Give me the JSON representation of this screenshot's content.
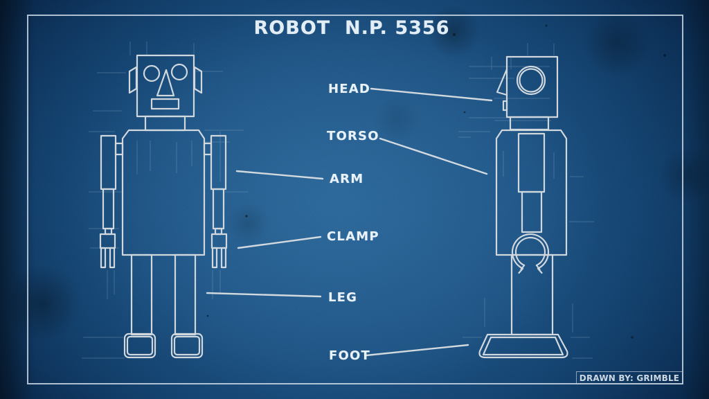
{
  "title": "ROBOT  N.P. 5356",
  "credit": "DRAWN BY: GRIMBLE",
  "parts": {
    "head": "HEAD",
    "torso": "TORSO",
    "arm": "ARM",
    "clamp": "CLAMP",
    "leg": "LEG",
    "foot": "FOOT"
  },
  "colors": {
    "background_center": "#2a6ba3",
    "background_edge": "#040e1c",
    "linework": "#e9f1f7",
    "construction_lines": "#a7c8e2",
    "frame": "#cbd8e4",
    "label_text": "#e9f2f8"
  }
}
